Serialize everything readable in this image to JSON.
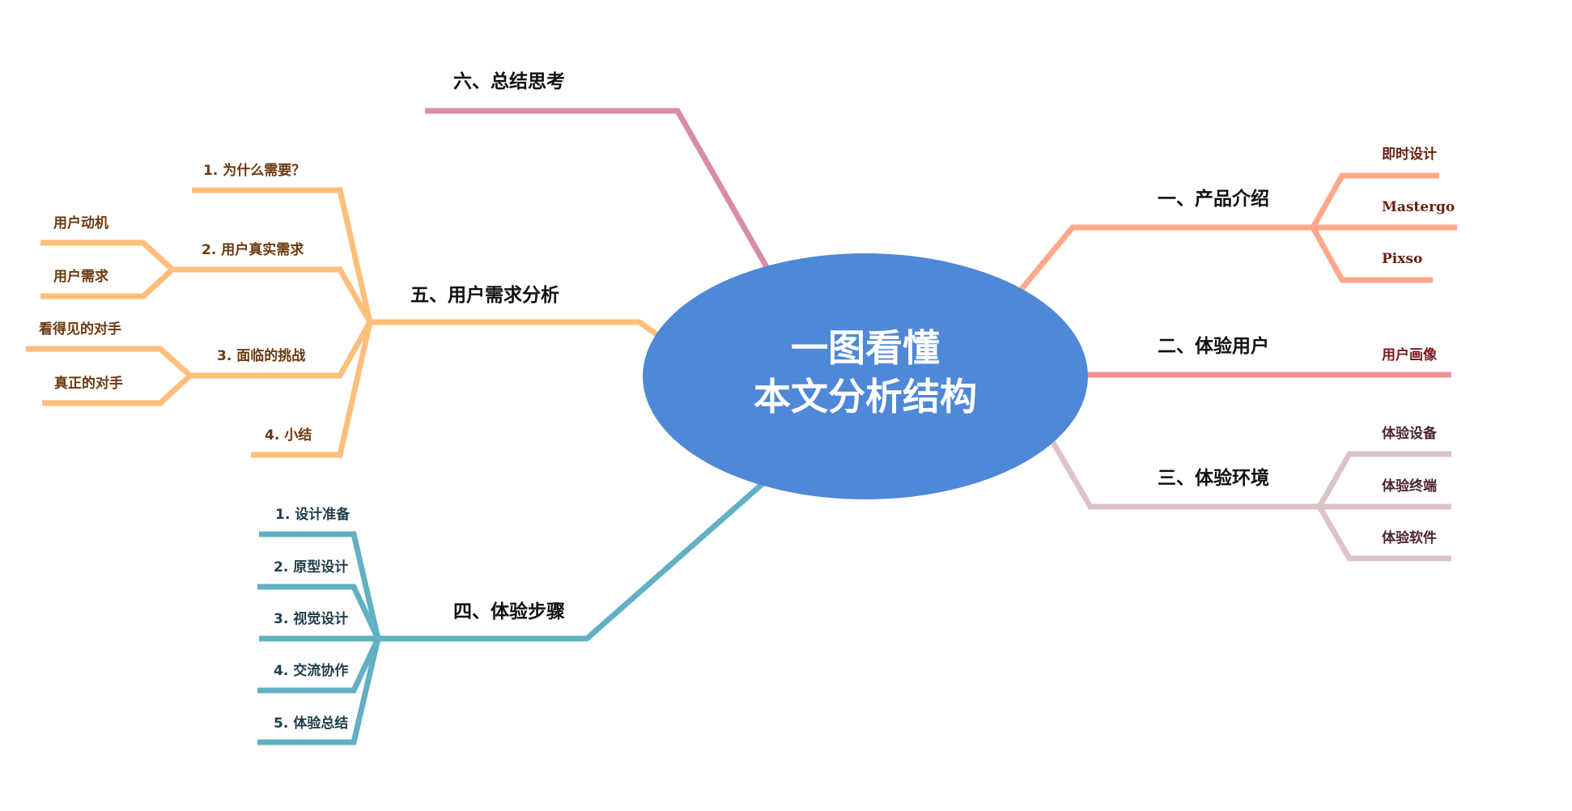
{
  "title": {
    "line1": "一图看懂",
    "line2": "本文分析结构",
    "fill": "#4F88D6"
  },
  "branches": [
    {
      "id": "b1",
      "label": "一、产品介绍",
      "color": "#FFA88A",
      "text_color": "#6B1F10",
      "children": [
        {
          "label": "即时设计"
        },
        {
          "label": "Mastergo"
        },
        {
          "label": "Pixso"
        }
      ]
    },
    {
      "id": "b2",
      "label": "二、体验用户",
      "color": "#F09596",
      "text_color": "#7A1A1E",
      "children": [
        {
          "label": "用户画像"
        }
      ]
    },
    {
      "id": "b3",
      "label": "三、体验环境",
      "color": "#DCC3C8",
      "text_color": "#4A2530",
      "children": [
        {
          "label": "体验设备"
        },
        {
          "label": "体验终端"
        },
        {
          "label": "体验软件"
        }
      ]
    },
    {
      "id": "b4",
      "label": "四、体验步骤",
      "color": "#62B0C4",
      "text_color": "#1F3E4A",
      "children": [
        {
          "label": "1. 设计准备"
        },
        {
          "label": "2. 原型设计"
        },
        {
          "label": "3. 视觉设计"
        },
        {
          "label": "4. 交流协作"
        },
        {
          "label": "5. 体验总结"
        }
      ]
    },
    {
      "id": "b5",
      "label": "五、用户需求分析",
      "color": "#FFBE7A",
      "text_color": "#6B3A10",
      "children": [
        {
          "label": "1. 为什么需要？"
        },
        {
          "label": "2. 用户真实需求",
          "children": [
            {
              "label": "用户动机"
            },
            {
              "label": "用户需求"
            }
          ]
        },
        {
          "label": "3. 面临的挑战",
          "children": [
            {
              "label": "看得见的对手"
            },
            {
              "label": "真正的对手"
            }
          ]
        },
        {
          "label": "4. 小结"
        }
      ]
    },
    {
      "id": "b6",
      "label": "六、总结思考",
      "color": "#D88DA3",
      "text_color": "#111111",
      "children": []
    }
  ]
}
